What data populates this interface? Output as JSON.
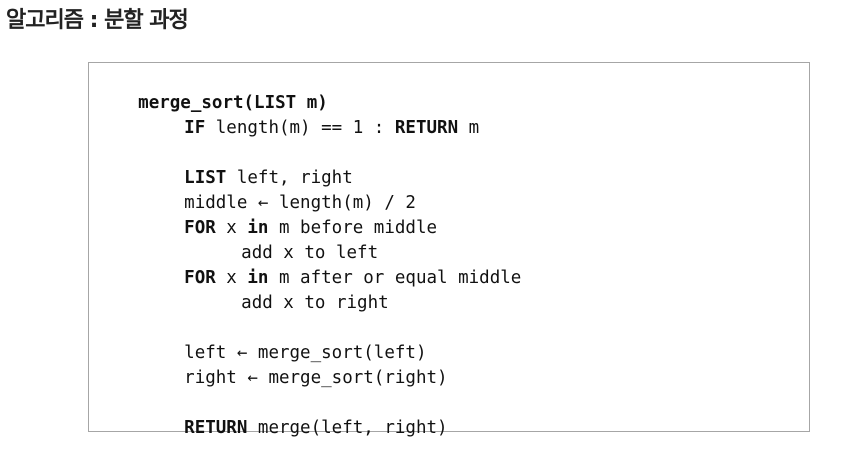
{
  "title": "알고리즘 : 분할 과정",
  "code": {
    "lines": [
      {
        "segments": [
          {
            "text": "merge_sort(LIST m)",
            "bold": true
          }
        ]
      },
      {
        "segments": [
          {
            "text": "IF",
            "bold": true
          },
          {
            "text": " length(m) == 1 : "
          },
          {
            "text": "RETURN",
            "bold": true
          },
          {
            "text": " m"
          }
        ]
      },
      {
        "segments": [
          {
            "text": "LIST",
            "bold": true
          },
          {
            "text": " left, right"
          }
        ]
      },
      {
        "segments": [
          {
            "text": "middle ← length(m) / 2"
          }
        ]
      },
      {
        "segments": [
          {
            "text": "FOR",
            "bold": true
          },
          {
            "text": " x "
          },
          {
            "text": "in",
            "bold": true
          },
          {
            "text": " m before middle"
          }
        ]
      },
      {
        "segments": [
          {
            "text": "add x to left"
          }
        ]
      },
      {
        "segments": [
          {
            "text": "FOR",
            "bold": true
          },
          {
            "text": " x "
          },
          {
            "text": "in",
            "bold": true
          },
          {
            "text": " m after or equal middle"
          }
        ]
      },
      {
        "segments": [
          {
            "text": "add x to right"
          }
        ]
      },
      {
        "segments": [
          {
            "text": "left ← merge_sort(left)"
          }
        ]
      },
      {
        "segments": [
          {
            "text": "right ← merge_sort(right)"
          }
        ]
      },
      {
        "segments": [
          {
            "text": "RETURN",
            "bold": true
          },
          {
            "text": " merge(left, right)"
          }
        ]
      }
    ]
  }
}
